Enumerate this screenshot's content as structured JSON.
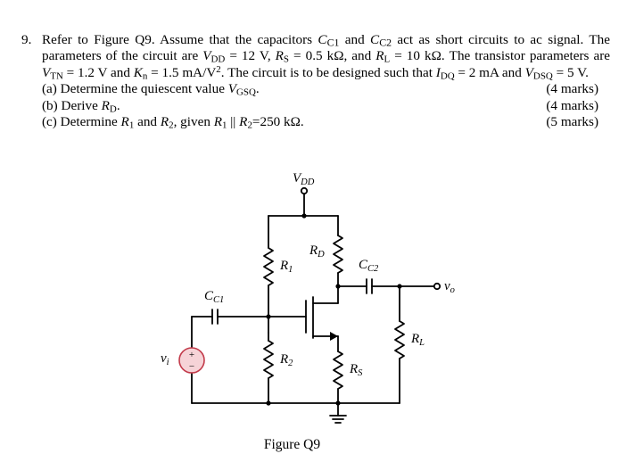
{
  "question": {
    "number": "9.",
    "figure_ref": "Figure Q9",
    "para": {
      "t1": "Refer to ",
      "t2": ". Assume that the capacitors ",
      "cc": "C",
      "cc1": "C1",
      "and": " and ",
      "cc2": "C2",
      "t3": " act as short circuits to ac signal. The parameters of the circuit are ",
      "vdd_v": "V",
      "vdd_s": "DD",
      "vdd_val": " = 12 V, ",
      "rs_v": "R",
      "rs_s": "S",
      "rs_val": " = 0.5 kΩ, and ",
      "rl_v": "R",
      "rl_s": "L",
      "rl_val": " = 10 kΩ. The transistor parameters are ",
      "vtn_v": "V",
      "vtn_s": "TN",
      "vtn_val": " = 1.2 V and ",
      "kn_v": "K",
      "kn_s": "n",
      "kn_val": " = 1.5 mA/V",
      "kn_sup": "2",
      "t4": ". The circuit is to be designed such that ",
      "idq_v": "I",
      "idq_s": "DQ",
      "idq_val": " = 2 mA and ",
      "vdsq_v": "V",
      "vdsq_s": "DSQ",
      "vdsq_val": " = 5 V."
    },
    "parts": [
      {
        "pre": "(a) Determine the quiescent value ",
        "var": "V",
        "sub": "GSQ",
        "post": ".",
        "marks": "(4 marks)"
      },
      {
        "pre": "(b) Derive ",
        "var": "R",
        "sub": "D",
        "post": ".",
        "marks": "(4 marks)"
      },
      {
        "pre": "(c) Determine ",
        "v1": "R",
        "s1": "1",
        "and": " and ",
        "v2": "R",
        "s2": "2",
        "given": ", given ",
        "v3": "R",
        "s3": "1",
        "par": " || ",
        "v4": "R",
        "s4": "2",
        "post": "=250 kΩ.",
        "marks": "(5 marks)"
      }
    ]
  },
  "figure": {
    "caption": "Figure Q9",
    "labels": {
      "vdd": "DD",
      "vdd_main": "V",
      "rd": "R",
      "rd_sub": "D",
      "r1": "R",
      "r1_sub": "1",
      "r2": "R",
      "r2_sub": "2",
      "rs": "R",
      "rs_sub": "S",
      "rl": "R",
      "rl_sub": "L",
      "cc1": "C",
      "cc1_sub": "C1",
      "cc2": "C",
      "cc2_sub": "C2",
      "vi": "v",
      "vi_sub": "i",
      "vo": "v",
      "vo_sub": "o",
      "plus": "+",
      "minus": "−"
    }
  }
}
